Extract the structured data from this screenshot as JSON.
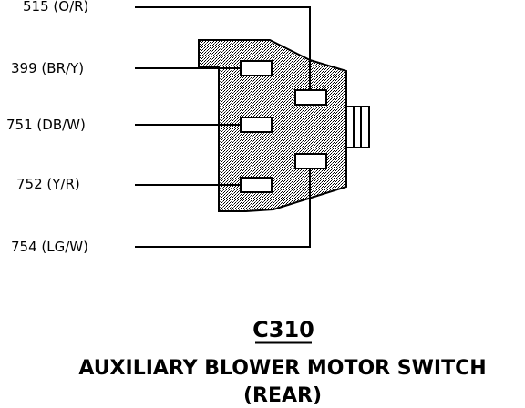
{
  "connector": {
    "id": "C310",
    "title": "AUXILIARY BLOWER MOTOR SWITCH",
    "subtitle": "(REAR)"
  },
  "wires": [
    {
      "circuit": "515",
      "color": "(O/R)"
    },
    {
      "circuit": "399",
      "color": "(BR/Y)"
    },
    {
      "circuit": "751",
      "color": "(DB/W)"
    },
    {
      "circuit": "752",
      "color": "(Y/R)"
    },
    {
      "circuit": "754",
      "color": "(LG/W)"
    }
  ],
  "colors": {
    "ink": "#000000",
    "background": "#ffffff",
    "connector_fill": "stippled gray"
  }
}
